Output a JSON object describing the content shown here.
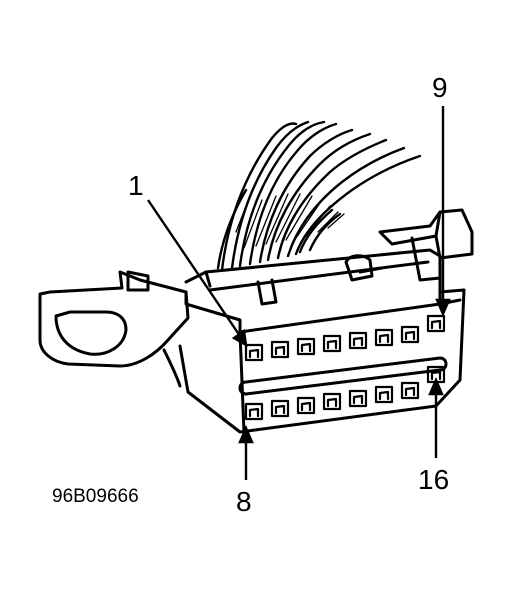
{
  "diagram": {
    "pin_labels": {
      "top_left": "1",
      "top_right": "9",
      "bottom_left": "8",
      "bottom_right": "16"
    },
    "figure_code": "96B09666",
    "colors": {
      "ink": "#000000",
      "paper": "#ffffff"
    }
  }
}
